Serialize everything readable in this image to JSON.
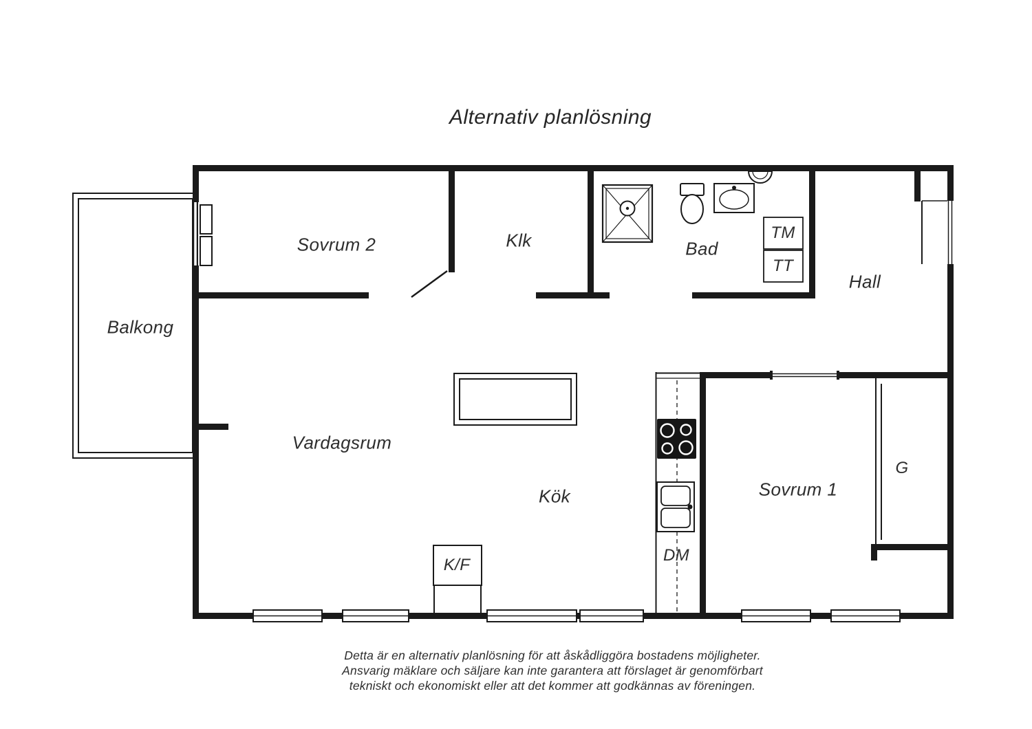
{
  "title": "Alternativ planlösning",
  "rooms": {
    "balkong": "Balkong",
    "sovrum2": "Sovrum 2",
    "klk": "Klk",
    "bad": "Bad",
    "hall": "Hall",
    "vardagsrum": "Vardagsrum",
    "kok": "Kök",
    "sovrum1": "Sovrum 1"
  },
  "appliances": {
    "tm": "TM",
    "tt": "TT",
    "g": "G",
    "kf": "K/F",
    "dm": "DM"
  },
  "disclaimer": {
    "line1": "Detta är en alternativ planlösning för att åskådliggöra bostadens möjligheter.",
    "line2": "Ansvarig mäklare och säljare kan inte garantera att förslaget är genomförbart",
    "line3": "tekniskt och ekonomiskt eller att det kommer att godkännas av föreningen."
  },
  "colors": {
    "wall": "#1a1a1a",
    "text": "#2e2e2e",
    "background": "#ffffff"
  }
}
